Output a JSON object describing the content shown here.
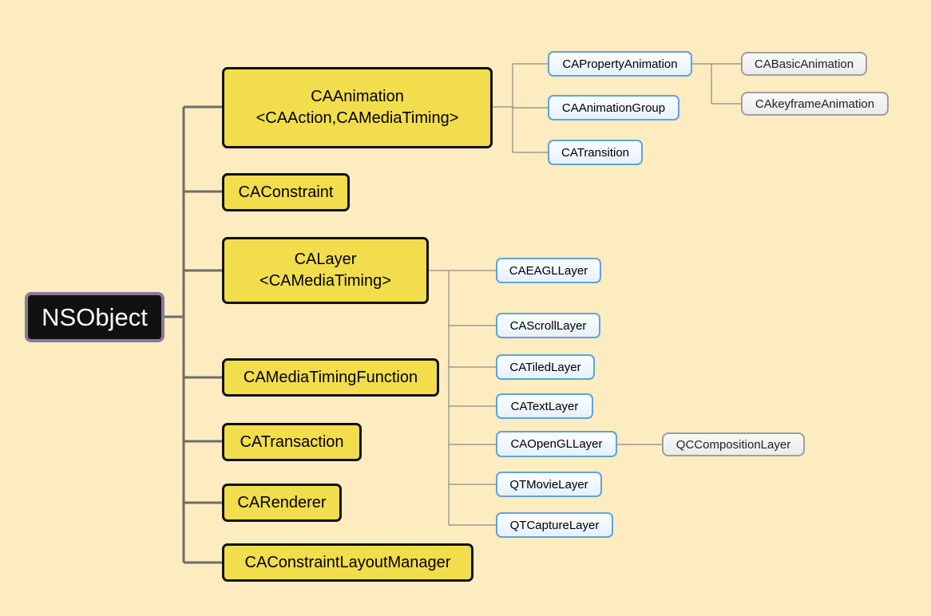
{
  "root": {
    "label": "NSObject"
  },
  "level1": [
    {
      "line1": "CAAnimation",
      "line2": "<CAAction,CAMediaTiming>"
    },
    {
      "line1": "CAConstraint",
      "line2": ""
    },
    {
      "line1": "CALayer",
      "line2": "<CAMediaTiming>"
    },
    {
      "line1": "CAMediaTimingFunction",
      "line2": ""
    },
    {
      "line1": "CATransaction",
      "line2": ""
    },
    {
      "line1": "CARenderer",
      "line2": ""
    },
    {
      "line1": "CAConstraintLayoutManager",
      "line2": ""
    }
  ],
  "animation_children": [
    "CAPropertyAnimation",
    "CAAnimationGroup",
    "CATransition"
  ],
  "property_animation_children": [
    "CABasicAnimation",
    "CAkeyframeAnimation"
  ],
  "layer_children": [
    "CAEAGLLayer",
    "CAScrollLayer",
    "CATiledLayer",
    "CATextLayer",
    "CAOpenGLLayer",
    "QTMovieLayer",
    "QTCaptureLayer"
  ],
  "opengl_layer_children": [
    "QCCompositionLayer"
  ],
  "colors": {
    "background": "#fdecc0",
    "root_fill": "#111111",
    "root_border": "#8a7a96",
    "level1_fill": "#f2dd4c",
    "level2_border": "#5fa3dc",
    "level3_border": "#9e9e9e",
    "trunk_line": "#6d6d6d",
    "branch_line": "#8a8a8a"
  }
}
